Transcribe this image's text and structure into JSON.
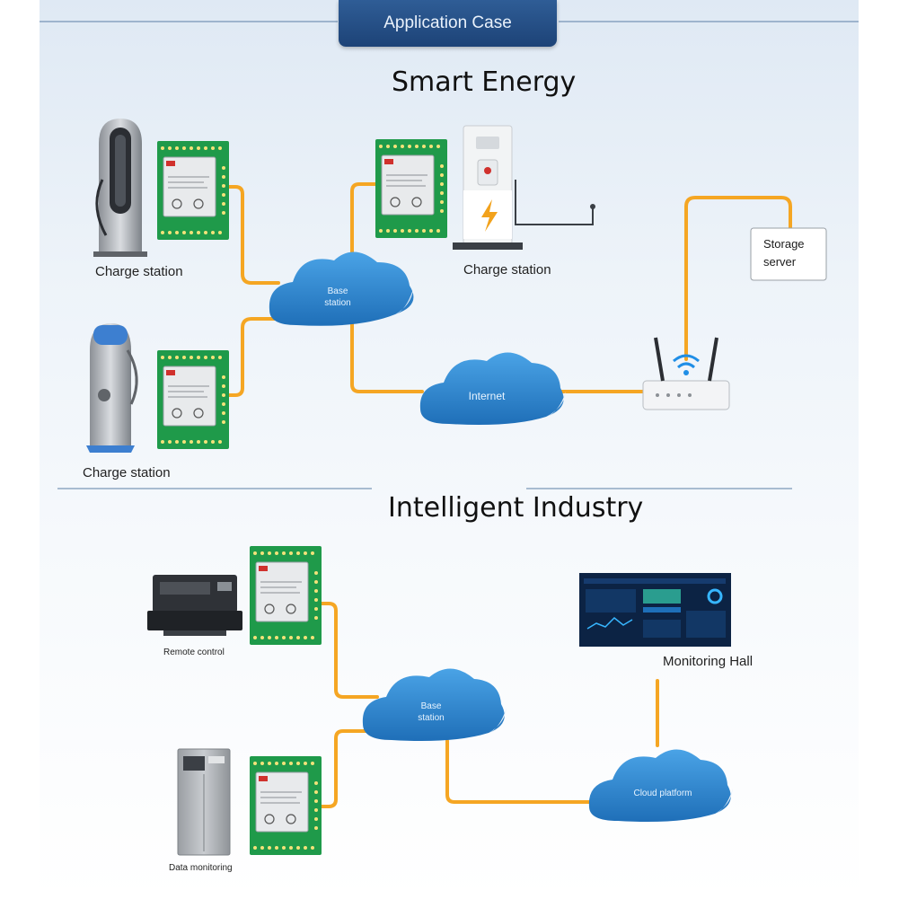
{
  "banner": {
    "title": "Application Case"
  },
  "sections": {
    "energy": {
      "heading": "Smart Energy",
      "charge_label_1": "Charge station",
      "charge_label_2": "Charge station",
      "charge_label_3": "Charge station",
      "cloud_base_1": "Base",
      "cloud_base_2": "station",
      "cloud_internet": "Internet",
      "storage_1": "Storage",
      "storage_2": "server"
    },
    "industry": {
      "heading": "Intelligent Industry",
      "remote_label": "Remote control",
      "data_label": "Data monitoring",
      "monitor_label": "Monitoring Hall",
      "cloud_base_1": "Base",
      "cloud_base_2": "station",
      "cloud_platform": "Cloud platform"
    }
  },
  "colors": {
    "link": "#f5a623",
    "cloud": "#2f86cf",
    "board": "#1f9a4a",
    "banner": "#244b80"
  }
}
